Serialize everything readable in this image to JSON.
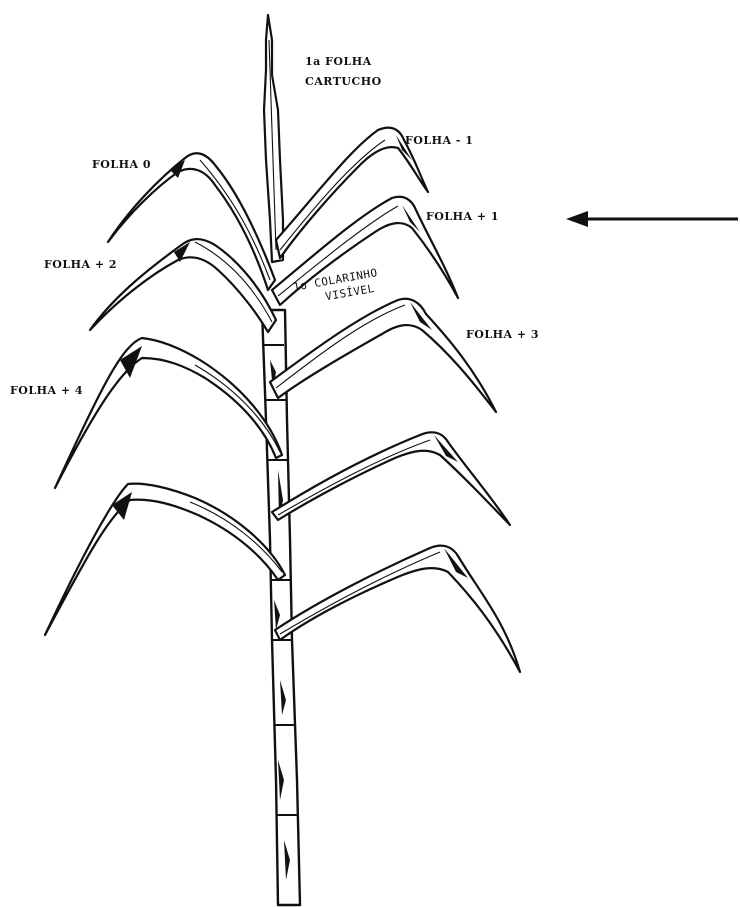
{
  "labels": {
    "primeira_folha": "1a FOLHA",
    "cartucho": "CARTUCHO",
    "folha_menos_1": "FOLHA - 1",
    "folha_0": "FOLHA 0",
    "folha_mais_1": "FOLHA + 1",
    "folha_mais_2": "FOLHA + 2",
    "colarinho_linha1": "1o COLARINHO",
    "colarinho_linha2": "VISÍVEL",
    "folha_mais_3": "FOLHA + 3",
    "folha_mais_4": "FOLHA + 4"
  },
  "colors": {
    "ink": "#111111",
    "background": "#ffffff"
  }
}
